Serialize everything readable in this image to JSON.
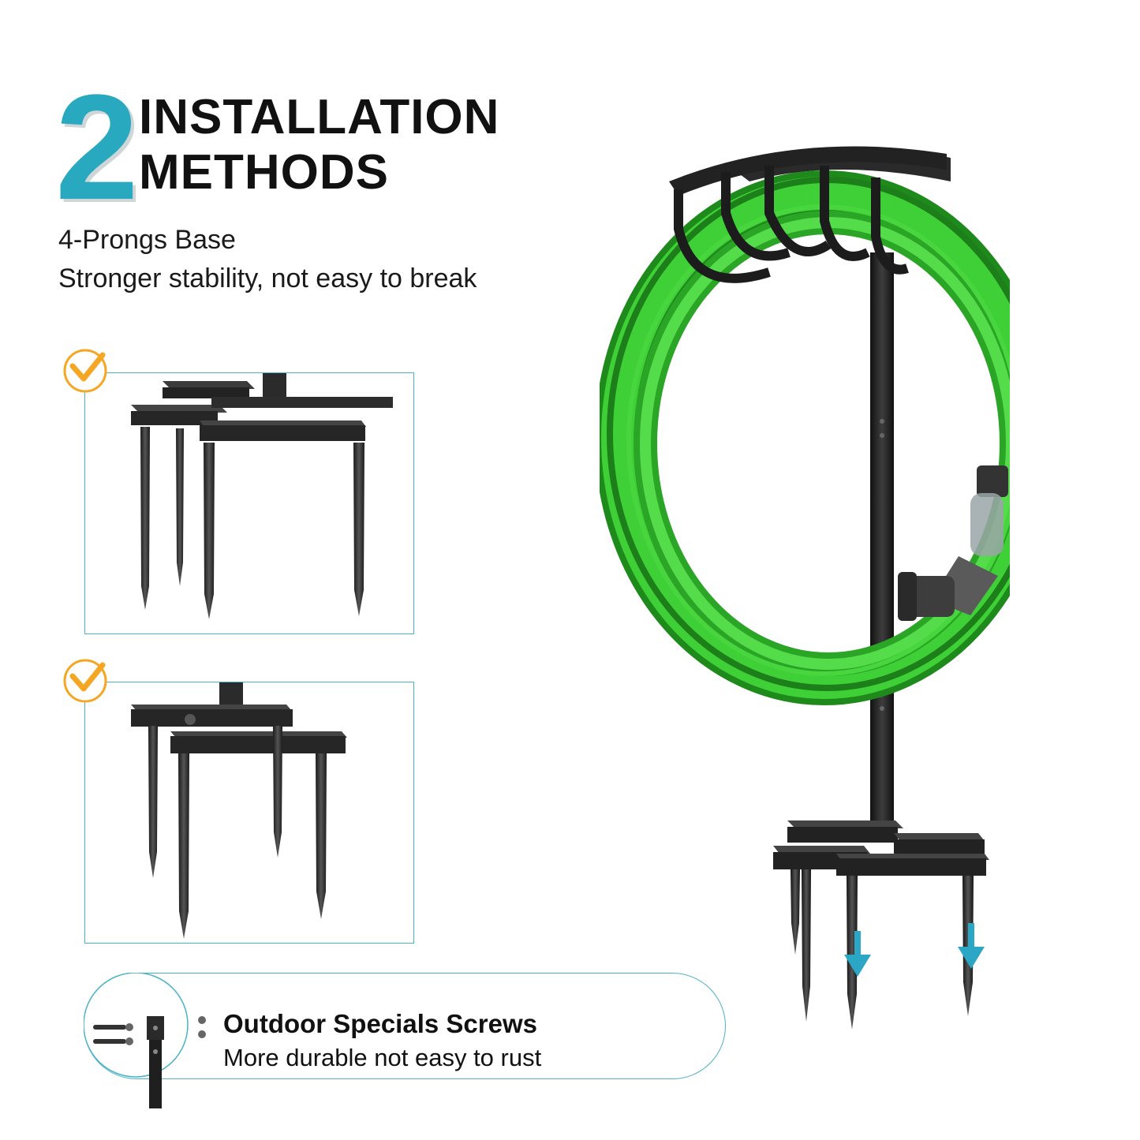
{
  "heading": {
    "number": "2",
    "line1": "INSTALLATION",
    "line2": "METHODS"
  },
  "subtitle": {
    "line1": "4-Prongs Base",
    "line2": "Stronger stability, not easy to break"
  },
  "feature": {
    "title": "Outdoor Specials Screws",
    "subtitle": "More durable not easy to rust"
  },
  "colors": {
    "accent": "#29a9bf",
    "check": "#f5a623",
    "hose": "#2fb52a",
    "metal": "#2a2a2a"
  },
  "icons": [
    "check-circle-icon",
    "check-circle-icon",
    "screws-icon",
    "arrow-down-icon"
  ]
}
